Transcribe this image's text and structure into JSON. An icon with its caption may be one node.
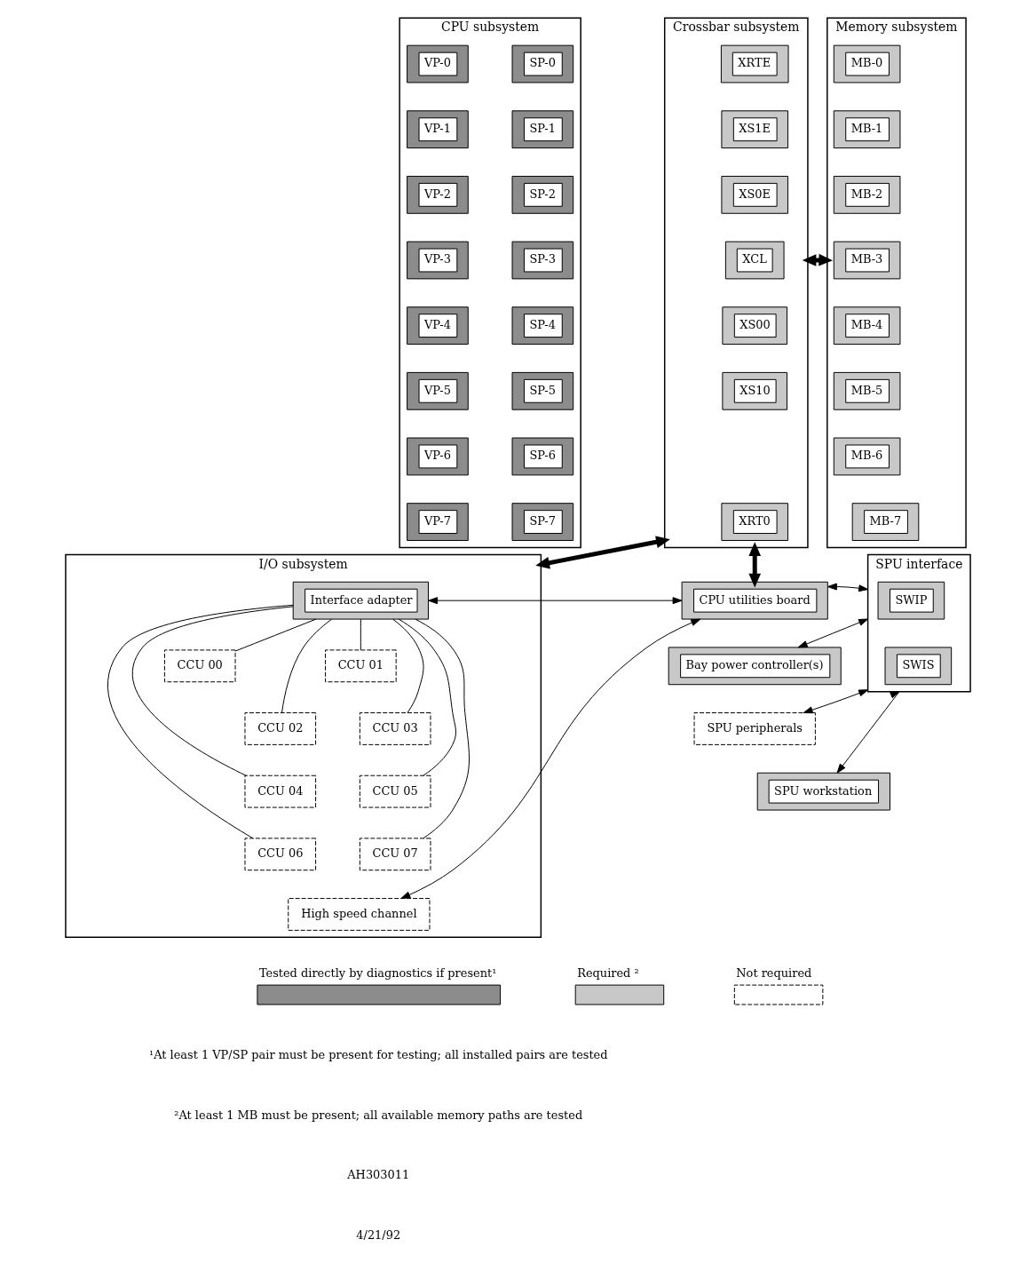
{
  "diagram": {
    "nodes": [
      {
        "text": [
          "CPU subsystem"
        ]
      },
      {
        "text": [
          "VP-0"
        ],
        "in": 0
      },
      {
        "text": [
          "VP-1"
        ],
        "in": 0
      },
      {
        "text": [
          "VP-2"
        ],
        "in": 0
      },
      {
        "text": [
          "VP-3"
        ],
        "in": 0
      },
      {
        "text": [
          "VP-4"
        ],
        "in": 0
      },
      {
        "text": [
          "VP-5"
        ],
        "in": 0
      },
      {
        "text": [
          "VP-6"
        ],
        "in": 0
      },
      {
        "text": [
          "VP-7"
        ],
        "in": 0
      },
      {
        "text": [
          "SP-0"
        ],
        "in": 0
      },
      {
        "text": [
          "SP-1"
        ],
        "in": 0
      },
      {
        "text": [
          "SP-2"
        ],
        "in": 0
      },
      {
        "text": [
          "SP-3"
        ],
        "in": 0
      },
      {
        "text": [
          "SP-4"
        ],
        "in": 0
      },
      {
        "text": [
          "SP-5"
        ],
        "in": 0
      },
      {
        "text": [
          "SP-6"
        ],
        "in": 0
      },
      {
        "text": [
          "SP-7"
        ],
        "in": 0
      },
      {
        "text": [
          "Crossbar subsystem"
        ]
      },
      {
        "text": [
          "XRTE"
        ],
        "in": 17
      },
      {
        "text": [
          "XS1E"
        ],
        "in": 17
      },
      {
        "text": [
          "XS0E"
        ],
        "in": 17
      },
      {
        "text": [
          "XCL"
        ],
        "in": 17
      },
      {
        "text": [
          "XS00"
        ],
        "in": 17
      },
      {
        "text": [
          "XS10"
        ],
        "in": 17
      },
      {
        "text": [
          "XRT0"
        ],
        "in": 17
      },
      {
        "text": [
          "Memory subsystem"
        ]
      },
      {
        "text": [
          "MB-0"
        ],
        "in": 25
      },
      {
        "text": [
          "MB-1"
        ],
        "in": 25
      },
      {
        "text": [
          "MB-2"
        ],
        "in": 25
      },
      {
        "text": [
          "MB-3"
        ],
        "in": 25
      },
      {
        "text": [
          "MB-4"
        ],
        "in": 25
      },
      {
        "text": [
          "MB-5"
        ],
        "in": 25
      },
      {
        "text": [
          "MB-6"
        ],
        "in": 25
      },
      {
        "text": [
          "MB-7"
        ],
        "in": 25
      },
      {
        "text": [
          "I/O subsystem"
        ]
      },
      {
        "text": [
          "Interface adapter"
        ],
        "in": 34
      },
      {
        "text": [
          "CCU 00"
        ],
        "in": 34
      },
      {
        "text": [
          "CCU 01"
        ],
        "in": 34
      },
      {
        "text": [
          "CCU 02"
        ],
        "in": 34
      },
      {
        "text": [
          "CCU 03"
        ],
        "in": 34
      },
      {
        "text": [
          "CCU 04"
        ],
        "in": 34
      },
      {
        "text": [
          "CCU 05"
        ],
        "in": 34
      },
      {
        "text": [
          "CCU 06"
        ],
        "in": 34
      },
      {
        "text": [
          "CCU 07"
        ],
        "in": 34
      },
      {
        "text": [
          "High speed channel"
        ],
        "in": 34
      },
      {
        "text": [
          "CPU utilities board"
        ]
      },
      {
        "text": [
          "Bay power controller(s)"
        ]
      },
      {
        "text": [
          "SPU peripherals"
        ]
      },
      {
        "text": [
          "SPU interface"
        ]
      },
      {
        "text": [
          "SWIP"
        ],
        "in": 48
      },
      {
        "text": [
          "SWIS"
        ],
        "in": 48
      },
      {
        "text": [
          "SPU workstation"
        ]
      }
    ],
    "edges": [
      {
        "from": 17,
        "to": 25,
        "arrow": "both",
        "style": "thick"
      },
      {
        "from": 34,
        "to": 17,
        "arrow": "both",
        "style": "thick"
      },
      {
        "from": 17,
        "to": 45,
        "arrow": "both",
        "style": "thick"
      },
      {
        "from": 35,
        "to": 45,
        "arrow": "both"
      },
      {
        "from": 44,
        "to": 45,
        "arrow": "both"
      },
      {
        "from": 45,
        "to": 48,
        "arrow": "both"
      },
      {
        "from": 46,
        "to": 48,
        "arrow": "both"
      },
      {
        "from": 47,
        "to": 48,
        "arrow": "both"
      },
      {
        "from": 48,
        "to": 51,
        "arrow": "both"
      },
      {
        "from": 35,
        "to": 36,
        "arrow": "none"
      },
      {
        "from": 35,
        "to": 37,
        "arrow": "none"
      },
      {
        "from": 35,
        "to": 38,
        "arrow": "none"
      },
      {
        "from": 35,
        "to": 39,
        "arrow": "none"
      },
      {
        "from": 35,
        "to": 40,
        "arrow": "none"
      },
      {
        "from": 35,
        "to": 41,
        "arrow": "none"
      },
      {
        "from": 35,
        "to": 42,
        "arrow": "none"
      },
      {
        "from": 35,
        "to": 43,
        "arrow": "none"
      }
    ],
    "labels": [
      "¹At least 1 VP/SP pair must be present for testing; all installed pairs are tested",
      "²At least 1 MB must be present; all available memory paths are tested",
      "AH303011",
      "4/21/92"
    ],
    "legend": [
      {
        "text": "Tested directly by diagnostics if present¹"
      },
      {
        "text": "Required ²"
      },
      {
        "text": "Not required"
      }
    ]
  }
}
